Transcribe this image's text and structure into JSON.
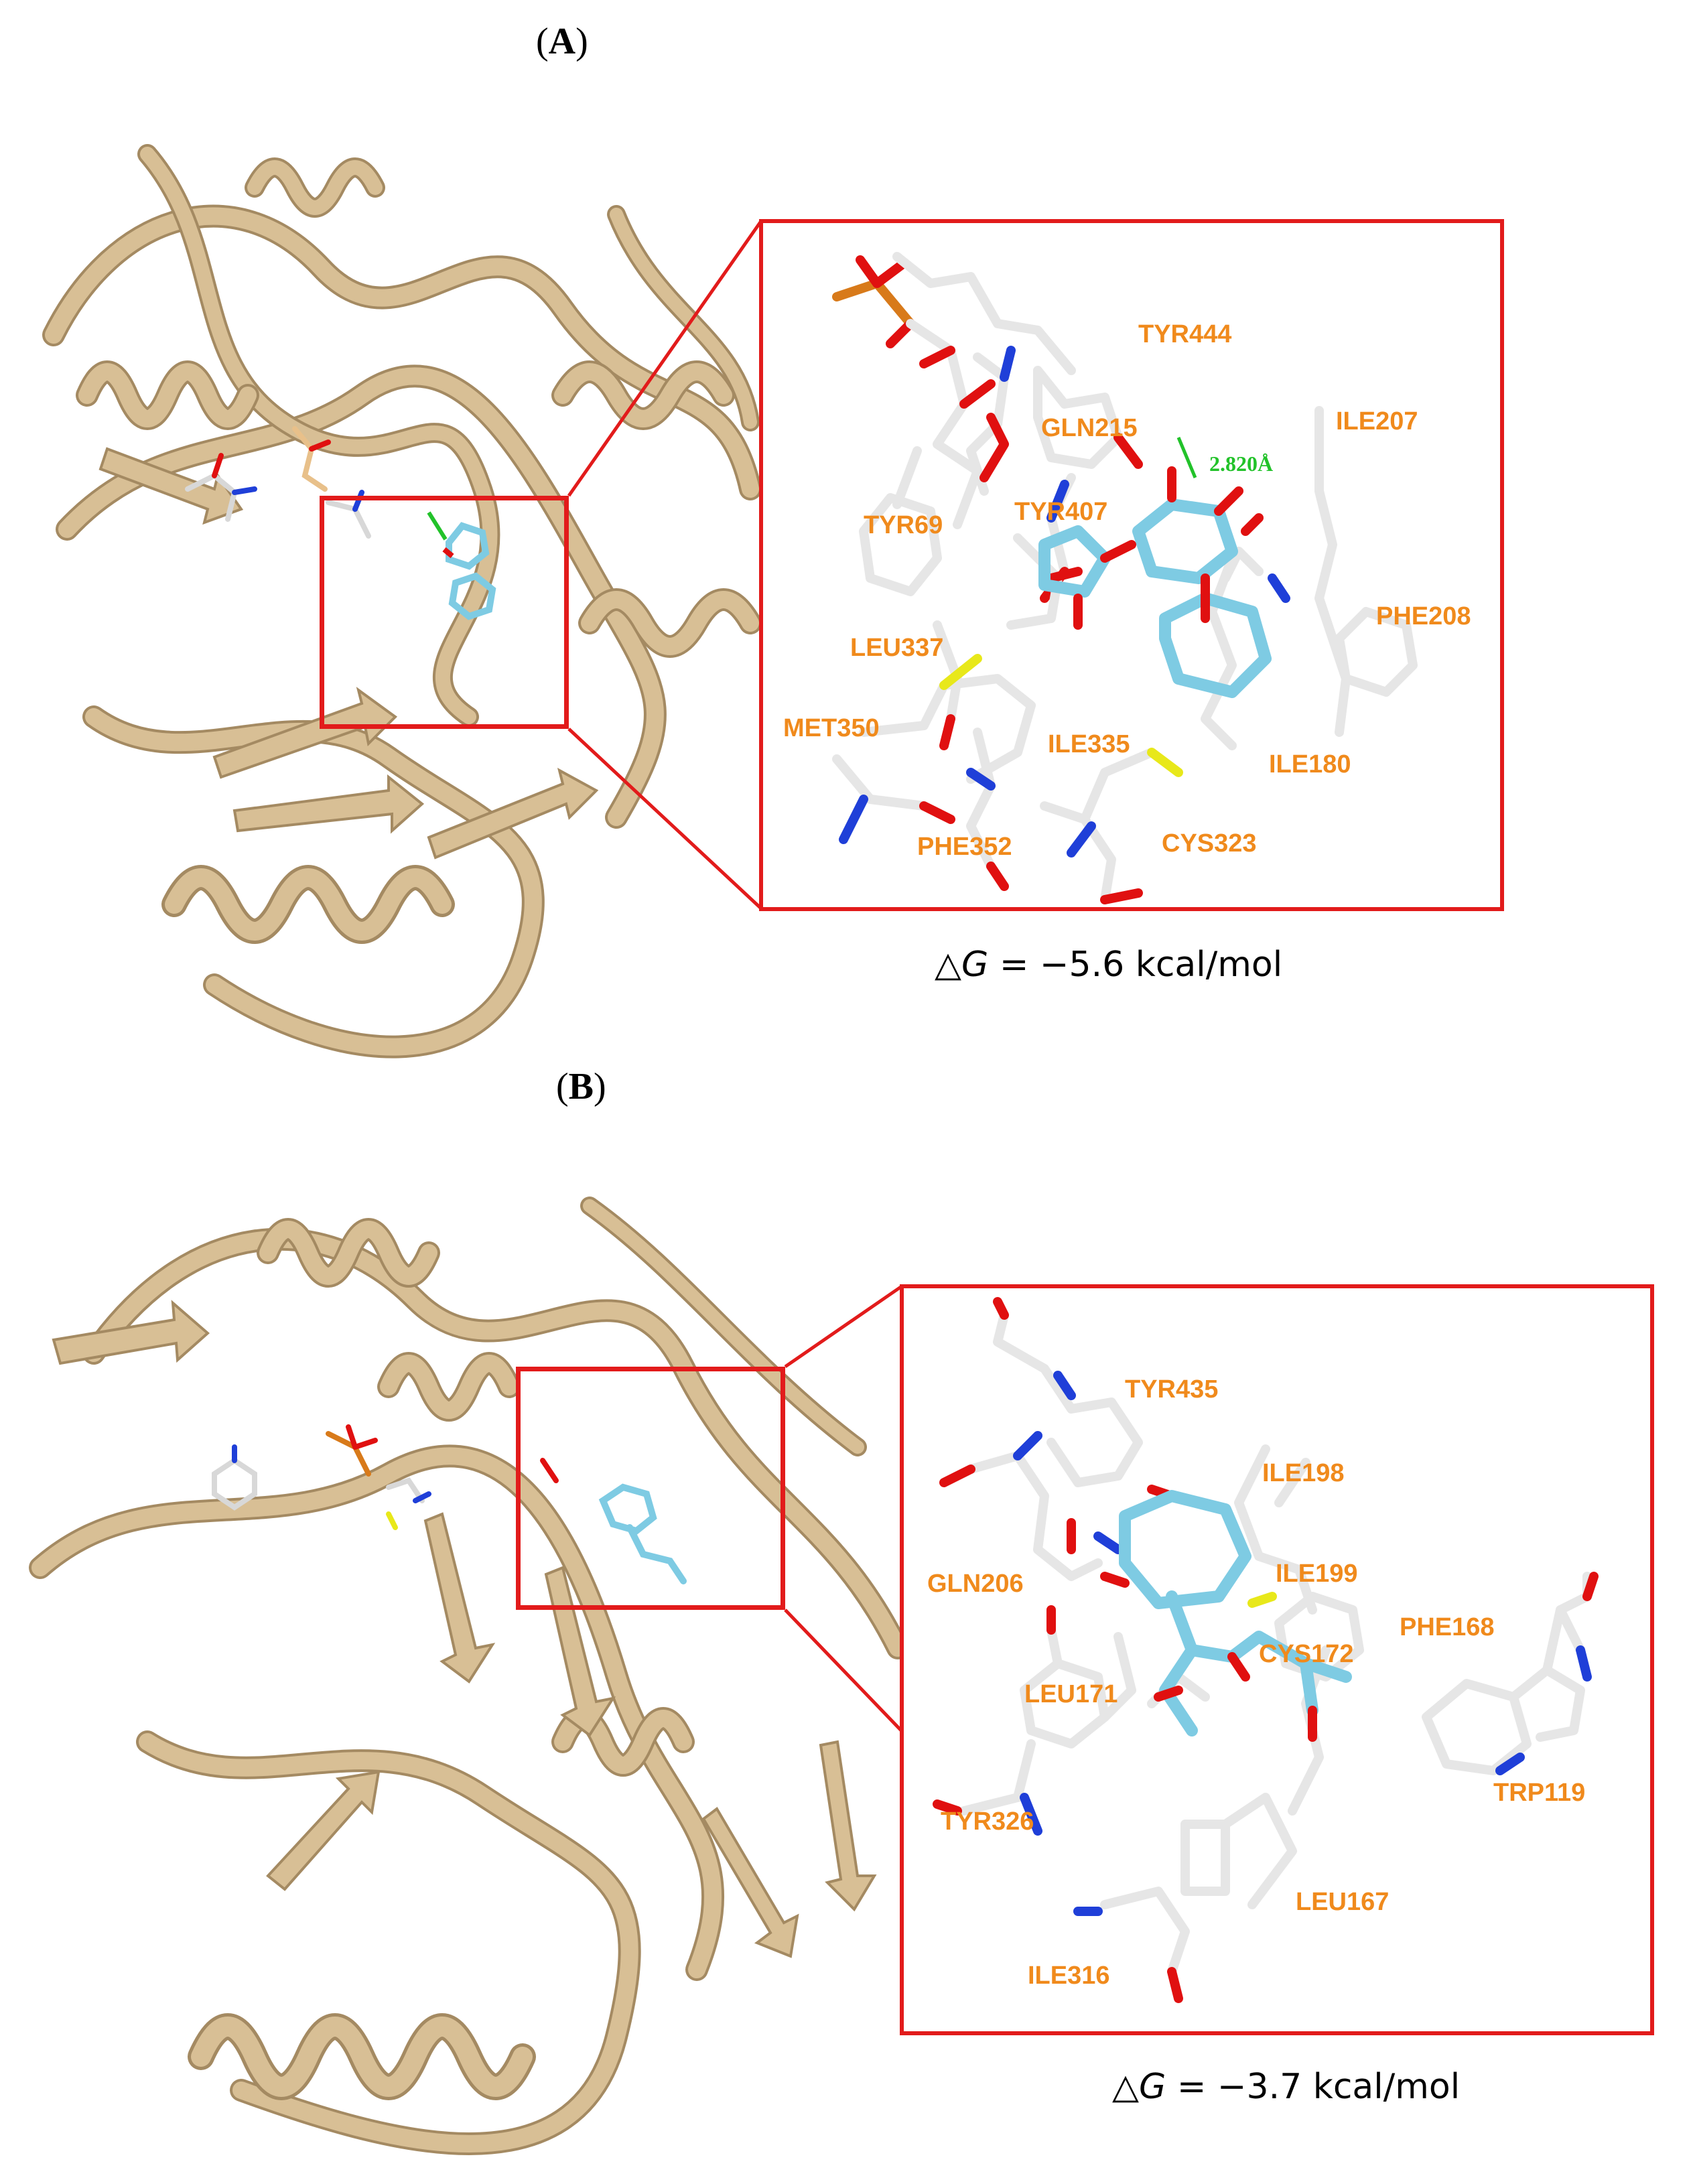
{
  "panels": [
    {
      "label": "A",
      "energy": {
        "symbol": "△",
        "var": "G",
        "value": "= −5.6 kcal/mol"
      },
      "distance_label": "2.820Å",
      "residues": [
        "TYR444",
        "GLN215",
        "ILE207",
        "TYR69",
        "TYR407",
        "PHE208",
        "LEU337",
        "MET350",
        "ILE335",
        "ILE180",
        "PHE352",
        "CYS323"
      ]
    },
    {
      "label": "B",
      "energy": {
        "symbol": "△",
        "var": "G",
        "value": "= −3.7 kcal/mol"
      },
      "residues": [
        "TYR435",
        "ILE198",
        "GLN206",
        "ILE199",
        "PHE168",
        "CYS172",
        "LEU171",
        "TRP119",
        "TYR326",
        "LEU167",
        "ILE316"
      ]
    }
  ],
  "colors": {
    "ribbon": "#d8bf95",
    "ribbon_dark": "#a48a62",
    "highlight_box": "#e21b1b",
    "residue_label": "#f08a1c",
    "ligand": "#7ecbe3",
    "hbond": "#22c22a",
    "oxygen": "#e01010",
    "nitrogen": "#1f3fd8",
    "sulfur": "#e8e81a"
  }
}
